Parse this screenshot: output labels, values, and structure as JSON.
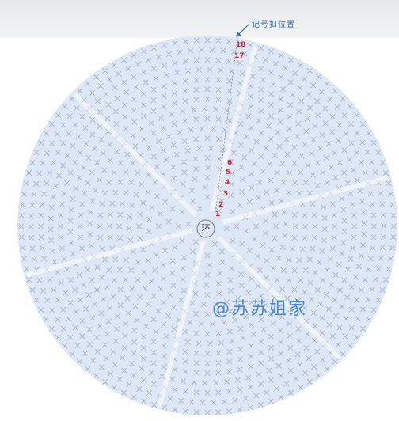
{
  "diagram": {
    "marker_label": "记号扣位置",
    "center_label": "环",
    "watermark": "@苏苏姐家",
    "row_numbers": [
      "1",
      "2",
      "3",
      "4",
      "5",
      "6",
      "17",
      "18"
    ],
    "colors": {
      "fill": "#dde7f5",
      "stitch": "#9aa6b8",
      "marker": "#d9262c",
      "watermark": "#4a86d8"
    }
  }
}
